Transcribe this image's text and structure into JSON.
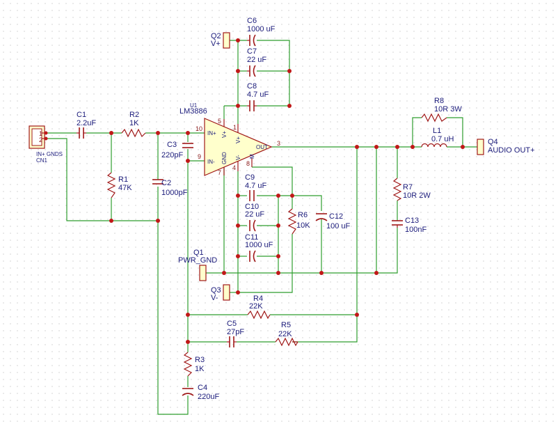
{
  "colors": {
    "wire": "#2e9e2e",
    "component": "#a01818",
    "text": "#1a1a7a",
    "junction": "#c01818",
    "body_fill": "#ffffcc"
  },
  "components": {
    "CN1": {
      "ref": "CN1",
      "pins": [
        "1",
        "2"
      ],
      "pin_labels": "IN+ GNDS"
    },
    "C1": {
      "ref": "C1",
      "value": "2.2uF"
    },
    "R2": {
      "ref": "R2",
      "value": "1K"
    },
    "R1": {
      "ref": "R1",
      "value": "47K"
    },
    "C2": {
      "ref": "C2",
      "value": "1000pF"
    },
    "C3": {
      "ref": "C3",
      "value": "220pF"
    },
    "U1": {
      "ref": "U1",
      "value": "LM3886",
      "pin_in_plus": "IN+",
      "pin_in_minus": "IN-",
      "pin_out": "OUT",
      "pin_vplus_a": "V+",
      "pin_vplus_b": "V+",
      "pin_vminus": "V-",
      "pin_gnd": "GND",
      "pin_m": "M",
      "num_10": "10",
      "num_9": "9",
      "num_3": "3",
      "num_5": "5",
      "num_1": "1",
      "num_4": "4",
      "num_7": "7",
      "num_8": "8"
    },
    "Q2": {
      "ref": "Q2",
      "value": "V+"
    },
    "C6": {
      "ref": "C6",
      "value": "1000 uF"
    },
    "C7": {
      "ref": "C7",
      "value": "22 uF"
    },
    "C8": {
      "ref": "C8",
      "value": "4.7 uF"
    },
    "C9": {
      "ref": "C9",
      "value": "4.7 uF"
    },
    "C10": {
      "ref": "C10",
      "value": "22 uF"
    },
    "C11": {
      "ref": "C11",
      "value": "1000 uF"
    },
    "R6": {
      "ref": "R6",
      "value": "10K"
    },
    "C12": {
      "ref": "C12",
      "value": "100 uF"
    },
    "Q1": {
      "ref": "Q1",
      "value": "PWR_GND"
    },
    "Q3": {
      "ref": "Q3",
      "value": "V-"
    },
    "R4": {
      "ref": "R4",
      "value": "22K"
    },
    "C5": {
      "ref": "C5",
      "value": "27pF"
    },
    "R5": {
      "ref": "R5",
      "value": "22K"
    },
    "R3": {
      "ref": "R3",
      "value": "1K"
    },
    "C4": {
      "ref": "C4",
      "value": "220uF"
    },
    "R8": {
      "ref": "R8",
      "value": "10R 3W"
    },
    "L1": {
      "ref": "L1",
      "value": "0.7 uH"
    },
    "Q4": {
      "ref": "Q4",
      "value": "AUDIO OUT+"
    },
    "R7": {
      "ref": "R7",
      "value": "10R 2W"
    },
    "C13": {
      "ref": "C13",
      "value": "100nF"
    }
  }
}
